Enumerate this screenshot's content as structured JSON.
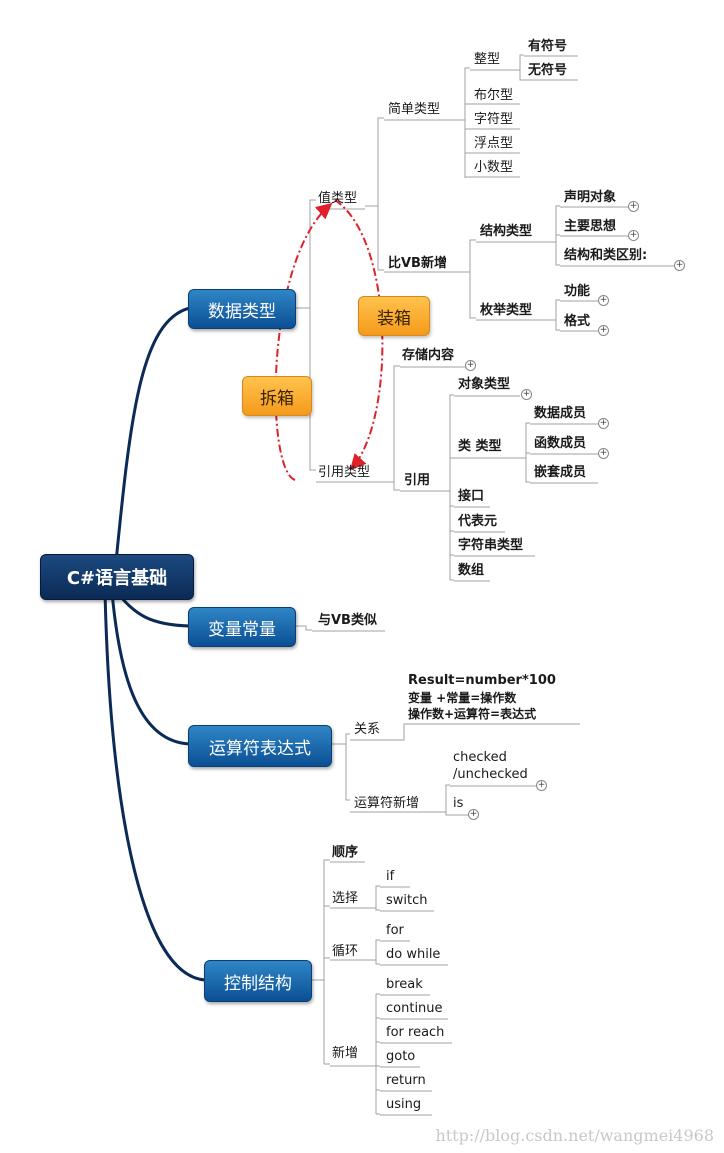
{
  "root": "C#语言基础",
  "main_nodes": {
    "data_types": "数据类型",
    "var_const": "变量常量",
    "operators": "运算符表达式",
    "control": "控制结构"
  },
  "data_types": {
    "value_type": "值类型",
    "simple_type": "简单类型",
    "integer": "整型",
    "signed": "有符号",
    "unsigned": "无符号",
    "bool": "布尔型",
    "char": "字符型",
    "float": "浮点型",
    "decimal": "小数型",
    "new_vs_vb": "比VB新增",
    "struct_type": "结构类型",
    "declare_obj": "声明对象",
    "main_idea": "主要思想",
    "struct_vs_class": "结构和类区别:",
    "enum_type": "枚举类型",
    "function": "功能",
    "format": "格式",
    "ref_type": "引用类型",
    "storage": "存储内容",
    "reference": "引用",
    "object_type": "对象类型",
    "class_type": "类 类型",
    "data_member": "数据成员",
    "func_member": "函数成员",
    "nested_member": "嵌套成员",
    "interface": "接口",
    "delegate": "代表元",
    "string_type": "字符串类型",
    "array": "数组",
    "boxing": "装箱",
    "unboxing": "拆箱"
  },
  "var_const": {
    "similar": "与VB类似"
  },
  "operators": {
    "relation": "关系",
    "line1": "Result=number*100",
    "line2": "变量 +常量=操作数",
    "line3": "操作数+运算符=表达式",
    "new_ops": "运算符新增",
    "checked": "checked",
    "unchecked": "/unchecked",
    "is": "is"
  },
  "control": {
    "sequence": "顺序",
    "selection": "选择",
    "if": "if",
    "switch": "switch",
    "loop": "循环",
    "for": "for",
    "do_while": "do while",
    "new_items": "新增",
    "break": "break",
    "continue": "continue",
    "for_reach": "for reach",
    "goto": "goto",
    "return": "return",
    "using": "using"
  },
  "watermark": "http://blog.csdn.net/wangmei4968",
  "colors": {
    "node_blue": "#0b4f94",
    "root_navy": "#0b2a55",
    "orange": "#f49a1c",
    "dashed_red": "#e0202a",
    "line_gray": "#a0a0a0"
  }
}
